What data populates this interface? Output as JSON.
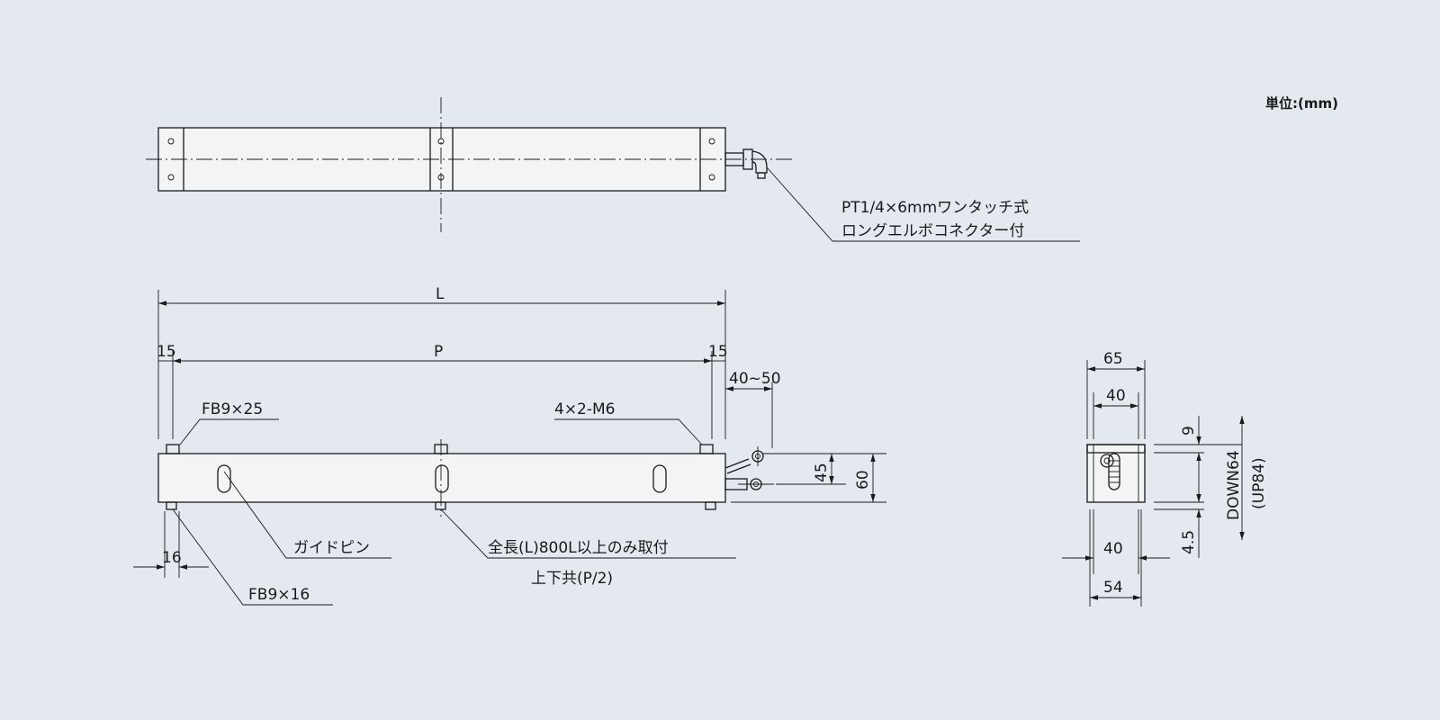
{
  "unit_label": "単位:(mm)",
  "top_view": {
    "connector_note_line1": "PT1/4×6mmワンタッチ式",
    "connector_note_line2": "ロングエルボコネクター付"
  },
  "front_view": {
    "dim_L": "L",
    "dim_P": "P",
    "dim_left_15": "15",
    "dim_right_15": "15",
    "dim_connector_offset": "40~50",
    "dim_45": "45",
    "dim_60": "60",
    "label_fb9x25": "FB9×25",
    "label_4x2_m6": "4×2-M6",
    "label_guide_pin": "ガイドピン",
    "label_center_mount_line1": "全長(L)800L以上のみ取付",
    "label_center_mount_line2": "上下共(P/2)",
    "dim_16": "16",
    "label_fb9x16": "FB9×16"
  },
  "side_view": {
    "dim_65": "65",
    "dim_40_top": "40",
    "dim_9": "9",
    "dim_down64": "DOWN64",
    "dim_up84": "(UP84)",
    "dim_4_5": "4.5",
    "dim_40_bottom": "40",
    "dim_54": "54"
  },
  "colors": {
    "background": "#e3e9ee",
    "line": "#1a1a1a",
    "part_fill": "#f2f4f5"
  }
}
